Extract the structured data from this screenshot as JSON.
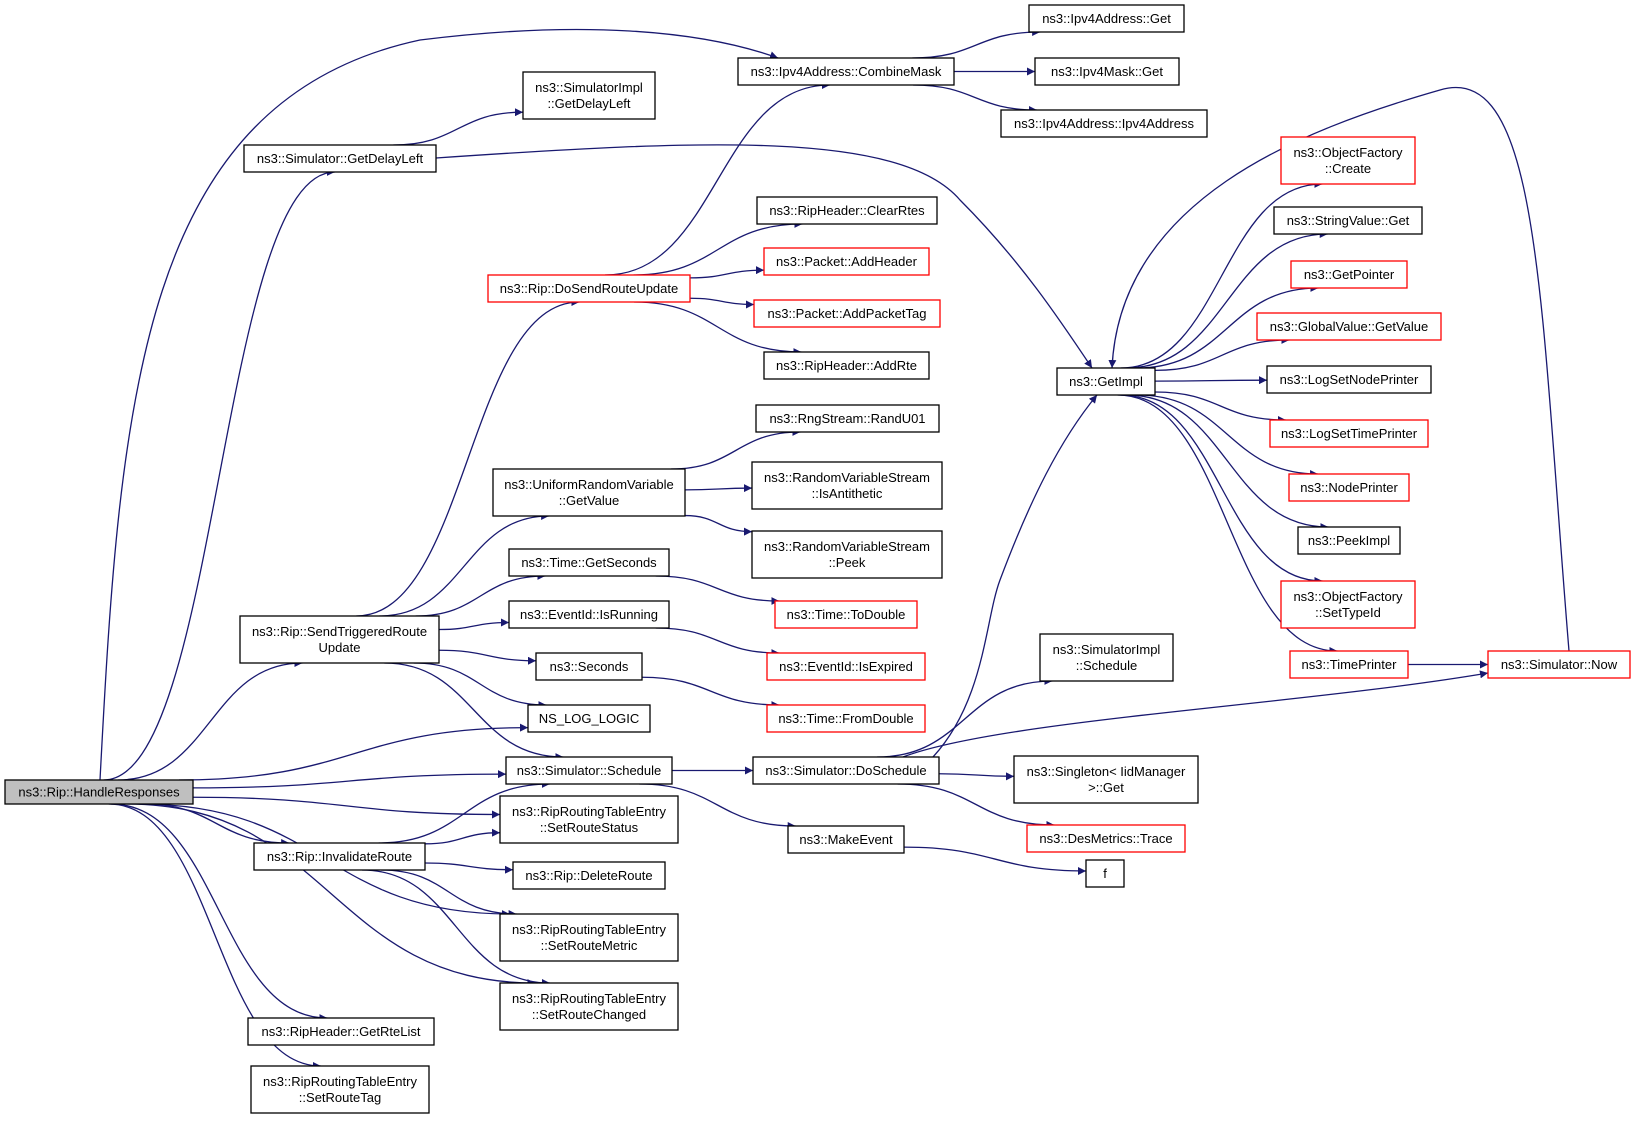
{
  "colors": {
    "edge": "#191970",
    "node_border": "#000000",
    "node_border_truncated": "#ff0000",
    "root_fill": "#bfbfbf"
  },
  "nodes": [
    {
      "id": "root",
      "lines": [
        "ns3::Rip::HandleResponses"
      ],
      "border": "black",
      "root": true
    },
    {
      "id": "combineMask",
      "lines": [
        "ns3::Ipv4Address::CombineMask"
      ],
      "border": "black"
    },
    {
      "id": "ipv4AddrGet",
      "lines": [
        "ns3::Ipv4Address::Get"
      ],
      "border": "black"
    },
    {
      "id": "ipv4MaskGet",
      "lines": [
        "ns3::Ipv4Mask::Get"
      ],
      "border": "black"
    },
    {
      "id": "ipv4AddrCtor",
      "lines": [
        "ns3::Ipv4Address::Ipv4Address"
      ],
      "border": "black"
    },
    {
      "id": "simImplDelay",
      "lines": [
        "ns3::SimulatorImpl",
        "::GetDelayLeft"
      ],
      "border": "black"
    },
    {
      "id": "simDelay",
      "lines": [
        "ns3::Simulator::GetDelayLeft"
      ],
      "border": "black"
    },
    {
      "id": "clearRtes",
      "lines": [
        "ns3::RipHeader::ClearRtes"
      ],
      "border": "black"
    },
    {
      "id": "addHeader",
      "lines": [
        "ns3::Packet::AddHeader"
      ],
      "border": "red"
    },
    {
      "id": "doSend",
      "lines": [
        "ns3::Rip::DoSendRouteUpdate"
      ],
      "border": "red"
    },
    {
      "id": "addPacketTag",
      "lines": [
        "ns3::Packet::AddPacketTag"
      ],
      "border": "red"
    },
    {
      "id": "addRte",
      "lines": [
        "ns3::RipHeader::AddRte"
      ],
      "border": "black"
    },
    {
      "id": "randU01",
      "lines": [
        "ns3::RngStream::RandU01"
      ],
      "border": "black"
    },
    {
      "id": "uniformGet",
      "lines": [
        "ns3::UniformRandomVariable",
        "::GetValue"
      ],
      "border": "black"
    },
    {
      "id": "isAntithetic",
      "lines": [
        "ns3::RandomVariableStream",
        "::IsAntithetic"
      ],
      "border": "black"
    },
    {
      "id": "rvsPeek",
      "lines": [
        "ns3::RandomVariableStream",
        "::Peek"
      ],
      "border": "black"
    },
    {
      "id": "getSeconds",
      "lines": [
        "ns3::Time::GetSeconds"
      ],
      "border": "black"
    },
    {
      "id": "toDouble",
      "lines": [
        "ns3::Time::ToDouble"
      ],
      "border": "red"
    },
    {
      "id": "sendTriggered",
      "lines": [
        "ns3::Rip::SendTriggeredRoute",
        "Update"
      ],
      "border": "black"
    },
    {
      "id": "isRunning",
      "lines": [
        "ns3::EventId::IsRunning"
      ],
      "border": "black"
    },
    {
      "id": "isExpired",
      "lines": [
        "ns3::EventId::IsExpired"
      ],
      "border": "red"
    },
    {
      "id": "seconds",
      "lines": [
        "ns3::Seconds"
      ],
      "border": "black"
    },
    {
      "id": "fromDouble",
      "lines": [
        "ns3::Time::FromDouble"
      ],
      "border": "red"
    },
    {
      "id": "nsLogLogic",
      "lines": [
        "NS_LOG_LOGIC"
      ],
      "border": "black"
    },
    {
      "id": "simSchedule",
      "lines": [
        "ns3::Simulator::Schedule"
      ],
      "border": "black"
    },
    {
      "id": "doSchedule",
      "lines": [
        "ns3::Simulator::DoSchedule"
      ],
      "border": "black"
    },
    {
      "id": "setRouteStatus",
      "lines": [
        "ns3::RipRoutingTableEntry",
        "::SetRouteStatus"
      ],
      "border": "black"
    },
    {
      "id": "invalidateRoute",
      "lines": [
        "ns3::Rip::InvalidateRoute"
      ],
      "border": "black"
    },
    {
      "id": "makeEvent",
      "lines": [
        "ns3::MakeEvent"
      ],
      "border": "black"
    },
    {
      "id": "deleteRoute",
      "lines": [
        "ns3::Rip::DeleteRoute"
      ],
      "border": "black"
    },
    {
      "id": "f",
      "lines": [
        "f"
      ],
      "border": "black"
    },
    {
      "id": "setRouteMetric",
      "lines": [
        "ns3::RipRoutingTableEntry",
        "::SetRouteMetric"
      ],
      "border": "black"
    },
    {
      "id": "setRouteChanged",
      "lines": [
        "ns3::RipRoutingTableEntry",
        "::SetRouteChanged"
      ],
      "border": "black"
    },
    {
      "id": "getRteList",
      "lines": [
        "ns3::RipHeader::GetRteList"
      ],
      "border": "black"
    },
    {
      "id": "setRouteTag",
      "lines": [
        "ns3::RipRoutingTableEntry",
        "::SetRouteTag"
      ],
      "border": "black"
    },
    {
      "id": "getImpl",
      "lines": [
        "ns3::GetImpl"
      ],
      "border": "black"
    },
    {
      "id": "ofCreate",
      "lines": [
        "ns3::ObjectFactory",
        "::Create"
      ],
      "border": "red"
    },
    {
      "id": "stringValueGet",
      "lines": [
        "ns3::StringValue::Get"
      ],
      "border": "black"
    },
    {
      "id": "getPointer",
      "lines": [
        "ns3::GetPointer"
      ],
      "border": "red"
    },
    {
      "id": "globalGetValue",
      "lines": [
        "ns3::GlobalValue::GetValue"
      ],
      "border": "red"
    },
    {
      "id": "logSetNode",
      "lines": [
        "ns3::LogSetNodePrinter"
      ],
      "border": "black"
    },
    {
      "id": "logSetTime",
      "lines": [
        "ns3::LogSetTimePrinter"
      ],
      "border": "red"
    },
    {
      "id": "nodePrinter",
      "lines": [
        "ns3::NodePrinter"
      ],
      "border": "red"
    },
    {
      "id": "peekImpl",
      "lines": [
        "ns3::PeekImpl"
      ],
      "border": "black"
    },
    {
      "id": "ofSetTypeId",
      "lines": [
        "ns3::ObjectFactory",
        "::SetTypeId"
      ],
      "border": "red"
    },
    {
      "id": "timePrinter",
      "lines": [
        "ns3::TimePrinter"
      ],
      "border": "red"
    },
    {
      "id": "simNow",
      "lines": [
        "ns3::Simulator::Now"
      ],
      "border": "red"
    },
    {
      "id": "simImplSchedule",
      "lines": [
        "ns3::SimulatorImpl",
        "::Schedule"
      ],
      "border": "black"
    },
    {
      "id": "singletonGet",
      "lines": [
        "ns3::Singleton< IidManager",
        ">::Get"
      ],
      "border": "black"
    },
    {
      "id": "desTrace",
      "lines": [
        "ns3::DesMetrics::Trace"
      ],
      "border": "red"
    }
  ],
  "edges": [
    [
      "root",
      "combineMask"
    ],
    [
      "root",
      "simDelay"
    ],
    [
      "root",
      "sendTriggered"
    ],
    [
      "root",
      "nsLogLogic"
    ],
    [
      "root",
      "simSchedule"
    ],
    [
      "root",
      "setRouteStatus"
    ],
    [
      "root",
      "invalidateRoute"
    ],
    [
      "root",
      "setRouteMetric"
    ],
    [
      "root",
      "setRouteChanged"
    ],
    [
      "root",
      "getRteList"
    ],
    [
      "root",
      "setRouteTag"
    ],
    [
      "combineMask",
      "ipv4AddrGet"
    ],
    [
      "combineMask",
      "ipv4MaskGet"
    ],
    [
      "combineMask",
      "ipv4AddrCtor"
    ],
    [
      "simDelay",
      "simImplDelay"
    ],
    [
      "simDelay",
      "getImpl"
    ],
    [
      "sendTriggered",
      "doSend"
    ],
    [
      "sendTriggered",
      "uniformGet"
    ],
    [
      "sendTriggered",
      "getSeconds"
    ],
    [
      "sendTriggered",
      "isRunning"
    ],
    [
      "sendTriggered",
      "seconds"
    ],
    [
      "sendTriggered",
      "nsLogLogic"
    ],
    [
      "sendTriggered",
      "simSchedule"
    ],
    [
      "doSend",
      "combineMask"
    ],
    [
      "doSend",
      "clearRtes"
    ],
    [
      "doSend",
      "addHeader"
    ],
    [
      "doSend",
      "addPacketTag"
    ],
    [
      "doSend",
      "addRte"
    ],
    [
      "uniformGet",
      "randU01"
    ],
    [
      "uniformGet",
      "isAntithetic"
    ],
    [
      "uniformGet",
      "rvsPeek"
    ],
    [
      "getSeconds",
      "toDouble"
    ],
    [
      "isRunning",
      "isExpired"
    ],
    [
      "seconds",
      "fromDouble"
    ],
    [
      "simSchedule",
      "doSchedule"
    ],
    [
      "simSchedule",
      "makeEvent"
    ],
    [
      "doSchedule",
      "getImpl"
    ],
    [
      "doSchedule",
      "simImplSchedule"
    ],
    [
      "doSchedule",
      "simNow"
    ],
    [
      "doSchedule",
      "singletonGet"
    ],
    [
      "doSchedule",
      "desTrace"
    ],
    [
      "makeEvent",
      "f"
    ],
    [
      "invalidateRoute",
      "simSchedule"
    ],
    [
      "invalidateRoute",
      "setRouteStatus"
    ],
    [
      "invalidateRoute",
      "deleteRoute"
    ],
    [
      "invalidateRoute",
      "setRouteMetric"
    ],
    [
      "invalidateRoute",
      "setRouteChanged"
    ],
    [
      "getImpl",
      "ofCreate"
    ],
    [
      "getImpl",
      "stringValueGet"
    ],
    [
      "getImpl",
      "getPointer"
    ],
    [
      "getImpl",
      "globalGetValue"
    ],
    [
      "getImpl",
      "logSetNode"
    ],
    [
      "getImpl",
      "logSetTime"
    ],
    [
      "getImpl",
      "nodePrinter"
    ],
    [
      "getImpl",
      "peekImpl"
    ],
    [
      "getImpl",
      "ofSetTypeId"
    ],
    [
      "getImpl",
      "timePrinter"
    ],
    [
      "timePrinter",
      "simNow"
    ],
    [
      "simNow",
      "getImpl"
    ]
  ]
}
